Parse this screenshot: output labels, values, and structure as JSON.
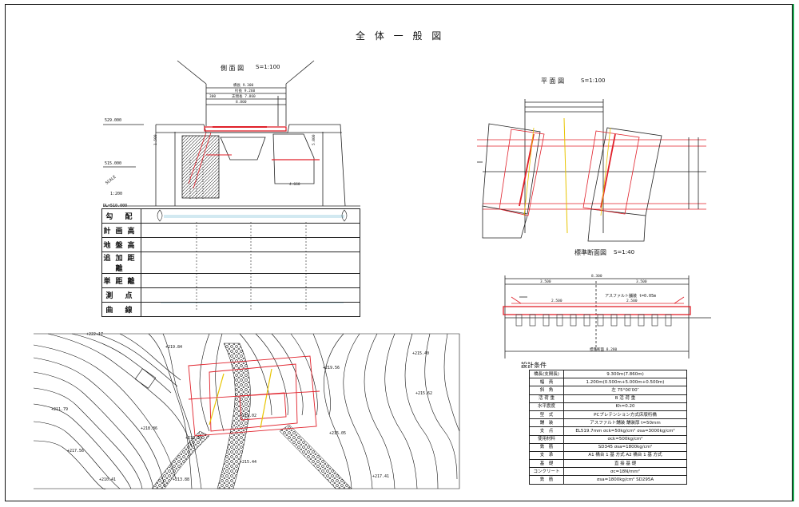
{
  "drawing": {
    "title": "全 体 一 般 図",
    "side_view": {
      "title": "側 面 図",
      "scale": "S=1:100",
      "level_top": "529.000",
      "level_mid": "515.000",
      "level_base": "DL=510.000",
      "scale_note": "SCALE",
      "scale_value": "1:200"
    },
    "plan_view": {
      "title": "平 面 図",
      "scale": "S=1:100"
    },
    "section_view": {
      "title": "標準断面図",
      "scale": "S=1:40",
      "pavement_note": "アスファルト舗装 t=0.05m"
    },
    "profile_rows": [
      "勾 配",
      "計画高",
      "地盤高",
      "追加距離",
      "単距離",
      "測 点",
      "曲 線"
    ],
    "topo_spots": [
      "+222.17",
      "+219.84",
      "+219.56",
      "+215.40",
      "+215.62",
      "+211.79",
      "+218.86",
      "+213.35",
      "+217.56",
      "+215.44",
      "+215.05",
      "+210.41",
      "+213.88",
      "+217.41",
      "+211.02"
    ]
  },
  "design_conditions": {
    "title": "設計条件",
    "rows": [
      {
        "k": "橋長(支間長)",
        "v": "9.300m(7.860m)"
      },
      {
        "k": "幅　員",
        "v": "1.200m(0.500m+5.000m+0.500m)"
      },
      {
        "k": "斜　角",
        "v": "左 75°00′00″"
      },
      {
        "k": "活 荷 重",
        "v": "B 活 荷 重"
      },
      {
        "k": "水平震度",
        "v": "Kh=0.20"
      },
      {
        "k": "型　式",
        "v": "PCプレテンション方式床版桁橋"
      },
      {
        "k": "舗　装",
        "v": "アスファルト舗装 舗装厚 t=50mm"
      },
      {
        "k": "支　点",
        "v": "EL519.7mm σck=50kg/cm² σsa=3000kg/cm²"
      },
      {
        "k": "使用材料",
        "v": "σck=500kg/cm²"
      },
      {
        "k": "鉄　筋",
        "v": "SD345 σsa=1800kg/cm²"
      },
      {
        "k": "支　承",
        "v": "A1 橋台 1 基 方式  A2 橋台 1 基 方式"
      },
      {
        "k": "基　礎",
        "v": "直 接 基 礎"
      },
      {
        "k": "コンクリート",
        "v": "σc=18N/mm²"
      },
      {
        "k": "鉄　筋",
        "v": "σsa=1800kg/cm²  SD295A"
      }
    ]
  }
}
